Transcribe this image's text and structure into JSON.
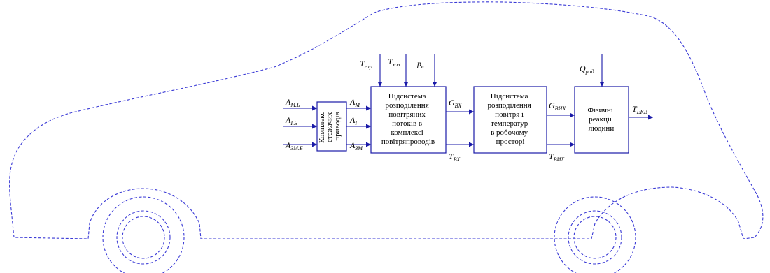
{
  "colors": {
    "car_outline": "#3b3bd6",
    "blocks": "#1a1aa8"
  },
  "blocks": {
    "drives": {
      "lines": [
        "Комплекс",
        "стежачих",
        "приводів"
      ]
    },
    "air_distribution": {
      "lines": [
        "Підсистема",
        "розподілення",
        "повітряних",
        "потоків в",
        "комплексі",
        "повітряпроводів"
      ]
    },
    "temp_distribution": {
      "lines": [
        "Підсистема",
        "розподілення",
        "повітря і",
        "температур",
        "в робочому",
        "просторі"
      ]
    },
    "human_reaction": {
      "lines": [
        "Фізичні",
        "реакції",
        "людини"
      ]
    }
  },
  "signals": {
    "a_m_b": {
      "base": "A",
      "sub": "М.Б"
    },
    "a_i_b": {
      "base": "A",
      "sub": "І.Б"
    },
    "a_zm_b": {
      "base": "A",
      "sub": "ЗМ.Б"
    },
    "a_m": {
      "base": "A",
      "sub": "М"
    },
    "a_i": {
      "base": "A",
      "sub": "І"
    },
    "a_zm": {
      "base": "A",
      "sub": "ЗМ"
    },
    "t_gar": {
      "base": "T",
      "sub": "гар"
    },
    "t_hol": {
      "base": "T",
      "sub": "хол"
    },
    "p_v": {
      "base": "p",
      "sub": "в"
    },
    "g_vh": {
      "base": "G",
      "sub": "ВХ"
    },
    "t_vh": {
      "base": "T",
      "sub": "ВХ"
    },
    "g_vyh": {
      "base": "G",
      "sub": "ВИХ"
    },
    "t_vyh": {
      "base": "T",
      "sub": "ВИХ"
    },
    "q_rad": {
      "base": "Q",
      "sub": "рад"
    },
    "t_ekv": {
      "base": "T",
      "sub": "ЕКВ"
    }
  }
}
